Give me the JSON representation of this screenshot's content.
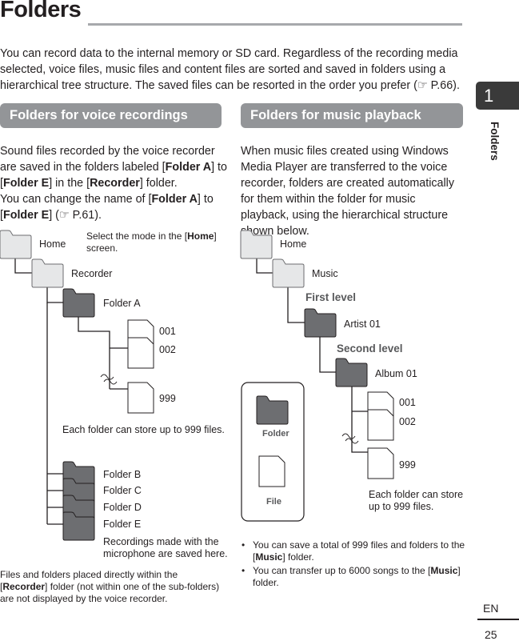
{
  "page_title": "Folders",
  "intro": "You can record data to the internal memory or SD card. Regardless of the recording media selected, voice files, music files and content files are sorted and saved in folders using a hierarchical tree structure. The saved files can be resorted in the order you prefer (☞ P.66).",
  "chapter_tab": "1",
  "chapter_label": "Folders",
  "voice": {
    "heading": "Folders for voice recordings",
    "para_line1": "Sound files recorded by the voice recorder",
    "para_line2_a": "are saved in the folders labeled [",
    "folder_a_bold": "Folder A",
    "para_line2_b": "] to",
    "para_line3_a": "[",
    "folder_e_bold": "Folder E",
    "para_line3_b": "] in the [",
    "recorder_bold": "Recorder",
    "para_line3_c": "] folder.",
    "para_line4_a": "You can change the name of [",
    "para_line4_b": "] to",
    "para_line5_b": "] (☞ P.61).",
    "tree": {
      "home": "Home",
      "note_a": "Select the mode in the [",
      "note_bold": "Home",
      "note_b": "]",
      "note_c": "screen.",
      "recorder": "Recorder",
      "folder_a": "Folder A",
      "file_001": "001",
      "file_002": "002",
      "file_999": "999",
      "capacity": "Each folder can store up to 999 files.",
      "folder_b": "Folder B",
      "folder_c": "Folder C",
      "folder_d": "Folder D",
      "folder_e": "Folder E",
      "mic_note_1": "Recordings made with the",
      "mic_note_2": "microphone are saved here."
    },
    "footnote_line1": "Files and folders placed directly within the",
    "footnote_line2_a": "[",
    "footnote_line2_b": "] folder (not within one of the sub-folders)",
    "footnote_line3": "are not displayed by the voice recorder."
  },
  "music": {
    "heading": "Folders for music playback",
    "para": "When music files created using Windows Media Player are transferred to the voice recorder, folders are created automatically for them within the folder for music playback, using the hierarchical structure shown below.",
    "tree": {
      "home": "Home",
      "music": "Music",
      "first_level": "First level",
      "artist": "Artist 01",
      "second_level": "Second level",
      "album": "Album 01",
      "file_001": "001",
      "file_002": "002",
      "file_999": "999",
      "capacity_1": "Each folder can store",
      "capacity_2": "up to 999 files.",
      "legend_folder": "Folder",
      "legend_file": "File"
    },
    "bullets": {
      "b1_a": "You can save a total of 999 files and folders to the",
      "b1_b_a": "[",
      "b1_bold": "Music",
      "b1_b_b": "] folder.",
      "b2_a": "You can transfer up to 6000 songs to the [",
      "b2_b": "]",
      "b2_c": "folder."
    }
  },
  "footer": {
    "lang": "EN",
    "page": "25"
  },
  "colors": {
    "banner": "#939598",
    "tab": "#3a3a3a",
    "folder_dark": "#6d6e71",
    "folder_light": "#e6e7e8"
  }
}
